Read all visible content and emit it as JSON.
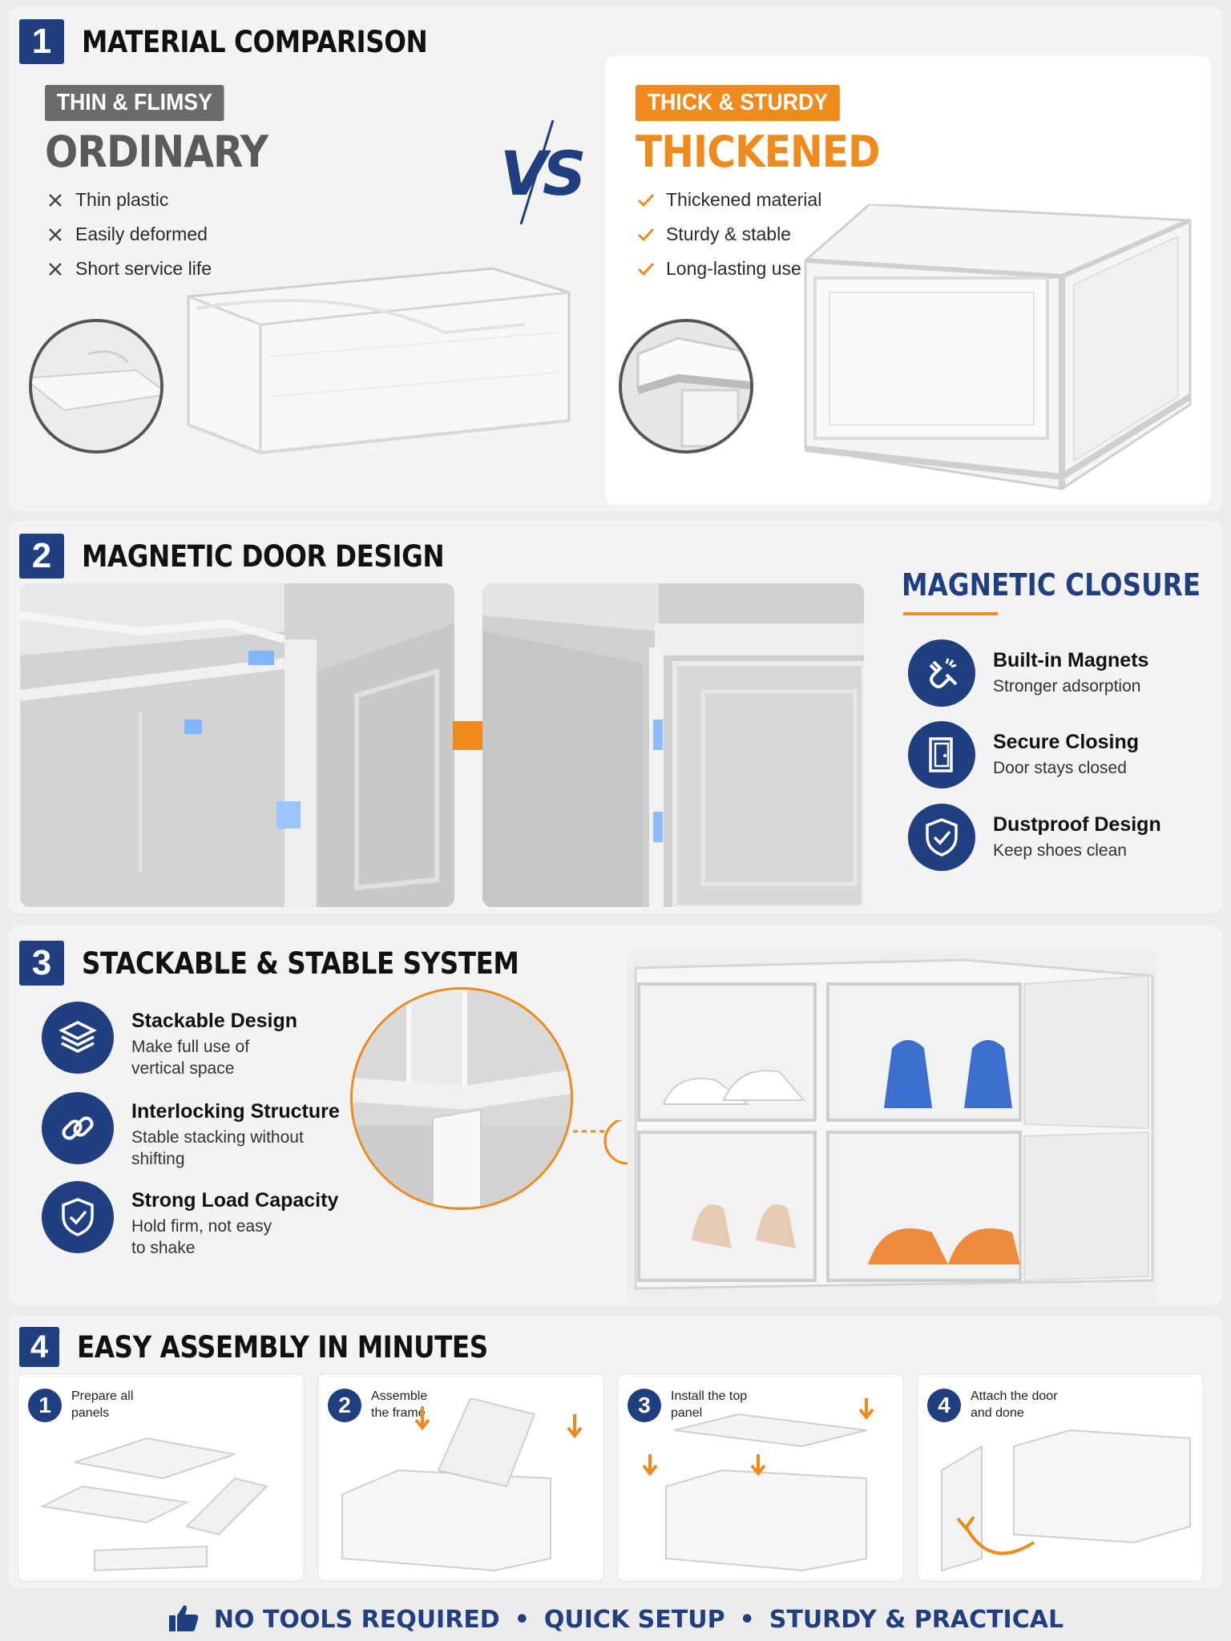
{
  "colors": {
    "navy": "#1f3f80",
    "orange": "#f08a1c",
    "gray_tag": "#6b6b6b",
    "gray_text": "#5a5a5a"
  },
  "section1": {
    "number": "1",
    "title": "MATERIAL COMPARISON",
    "left": {
      "tag": "THIN & FLIMSY",
      "heading": "ORDINARY",
      "items": [
        "Thin plastic",
        "Easily deformed",
        "Short service life"
      ]
    },
    "vs": "VS",
    "right": {
      "tag": "THICK & STURDY",
      "heading": "THICKENED",
      "items": [
        "Thickened material",
        "Sturdy & stable",
        "Long-lasting use"
      ]
    }
  },
  "section2": {
    "number": "2",
    "title": "MAGNETIC DOOR DESIGN",
    "closure_title": "MAGNETIC CLOSURE",
    "features": [
      {
        "title": "Built-in Magnets",
        "desc": "Stronger adsorption",
        "icon": "magnet-icon"
      },
      {
        "title": "Secure Closing",
        "desc": "Door stays closed",
        "icon": "door-icon"
      },
      {
        "title": "Dustproof Design",
        "desc": "Keep shoes clean",
        "icon": "shield-check-icon"
      }
    ]
  },
  "section3": {
    "number": "3",
    "title": "STACKABLE & STABLE SYSTEM",
    "features": [
      {
        "title": "Stackable Design",
        "desc1": "Make full use of",
        "desc2": "vertical space",
        "icon": "layers-icon"
      },
      {
        "title": "Interlocking Structure",
        "desc1": "Stable stacking without",
        "desc2": "shifting",
        "icon": "link-icon"
      },
      {
        "title": "Strong Load Capacity",
        "desc1": "Hold firm, not easy",
        "desc2": "to shake",
        "icon": "shield-check-icon"
      }
    ]
  },
  "section4": {
    "number": "4",
    "title": "EASY ASSEMBLY IN MINUTES",
    "steps": [
      {
        "num": "1",
        "line1": "Prepare all",
        "line2": "panels"
      },
      {
        "num": "2",
        "line1": "Assemble",
        "line2": "the frame"
      },
      {
        "num": "3",
        "line1": "Install the top",
        "line2": "panel"
      },
      {
        "num": "4",
        "line1": "Attach the door",
        "line2": "and done"
      }
    ]
  },
  "footer": {
    "icon": "thumbs-up-icon",
    "items": [
      "NO TOOLS REQUIRED",
      "QUICK SETUP",
      "STURDY & PRACTICAL"
    ],
    "separator": "•"
  }
}
